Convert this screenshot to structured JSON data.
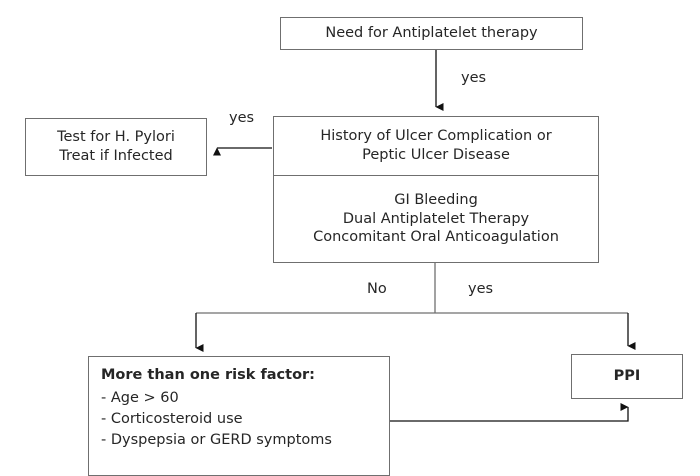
{
  "diagram": {
    "title": "Antiplatelet therapy GI risk decision flowchart",
    "type": "flowchart",
    "stroke_color": "#6f6f6f",
    "text_color": "#262626",
    "background": "#ffffff"
  },
  "nodes": {
    "start": {
      "label": "Need for Antiplatelet therapy"
    },
    "hpylori": {
      "line1": "Test for H. Pylori",
      "line2": "Treat if Infected"
    },
    "history": {
      "top_line1": "History of Ulcer Complication or",
      "top_line2": "Peptic Ulcer Disease",
      "bottom_line1": "GI Bleeding",
      "bottom_line2": "Dual Antiplatelet Therapy",
      "bottom_line3": "Concomitant Oral Anticoagulation"
    },
    "risk": {
      "title": "More than one risk factor:",
      "item1": "- Age > 60",
      "item2": "- Corticosteroid use",
      "item3": "- Dyspepsia or GERD symptoms"
    },
    "ppi": {
      "label": "PPI"
    }
  },
  "edge_labels": {
    "start_to_history": "yes",
    "history_to_hpylori": "yes",
    "branch_left": "No",
    "branch_right": "yes"
  }
}
